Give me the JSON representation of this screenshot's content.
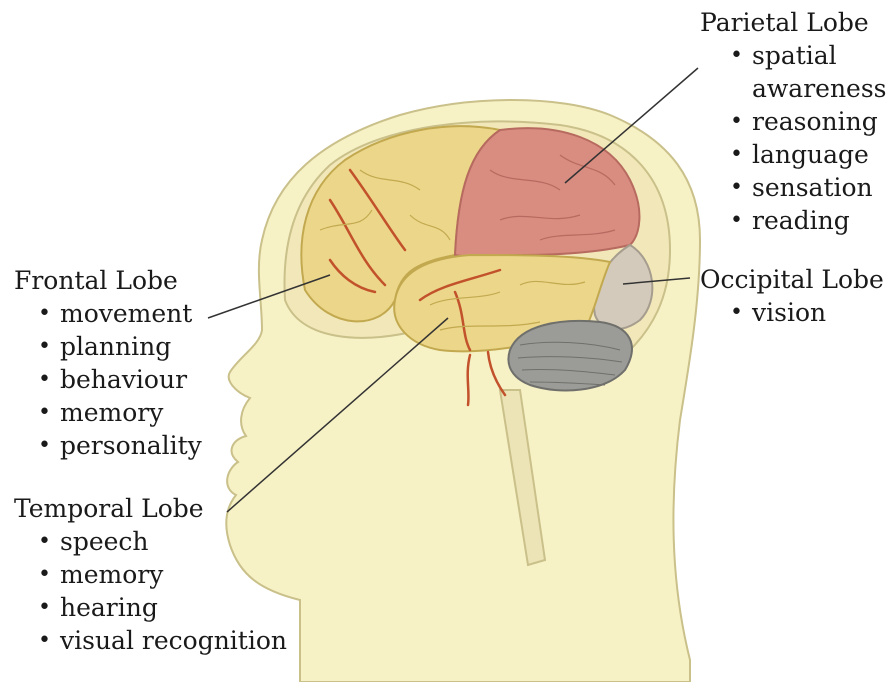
{
  "diagram": {
    "lobes": [
      {
        "id": "frontal",
        "title": "Frontal Lobe",
        "functions": [
          "movement",
          "planning",
          "behaviour",
          "memory",
          "personality"
        ]
      },
      {
        "id": "temporal",
        "title": "Temporal Lobe",
        "functions": [
          "speech",
          "memory",
          "hearing",
          "visual recognition"
        ]
      },
      {
        "id": "parietal",
        "title": "Parietal Lobe",
        "functions": [
          "spatial awareness",
          "reasoning",
          "language",
          "sensation",
          "reading"
        ]
      },
      {
        "id": "occipital",
        "title": "Occipital Lobe",
        "functions": [
          "vision"
        ]
      }
    ],
    "colors": {
      "skin": "#f7f1c6",
      "skin_outline": "#c9c08a",
      "frontal_temporal": "#ecd68a",
      "parietal": "#d98c80",
      "occipital": "#d3cabb",
      "cerebellum": "#9b9b98",
      "vessels": "#c2522b",
      "leader_line": "#333333"
    }
  }
}
